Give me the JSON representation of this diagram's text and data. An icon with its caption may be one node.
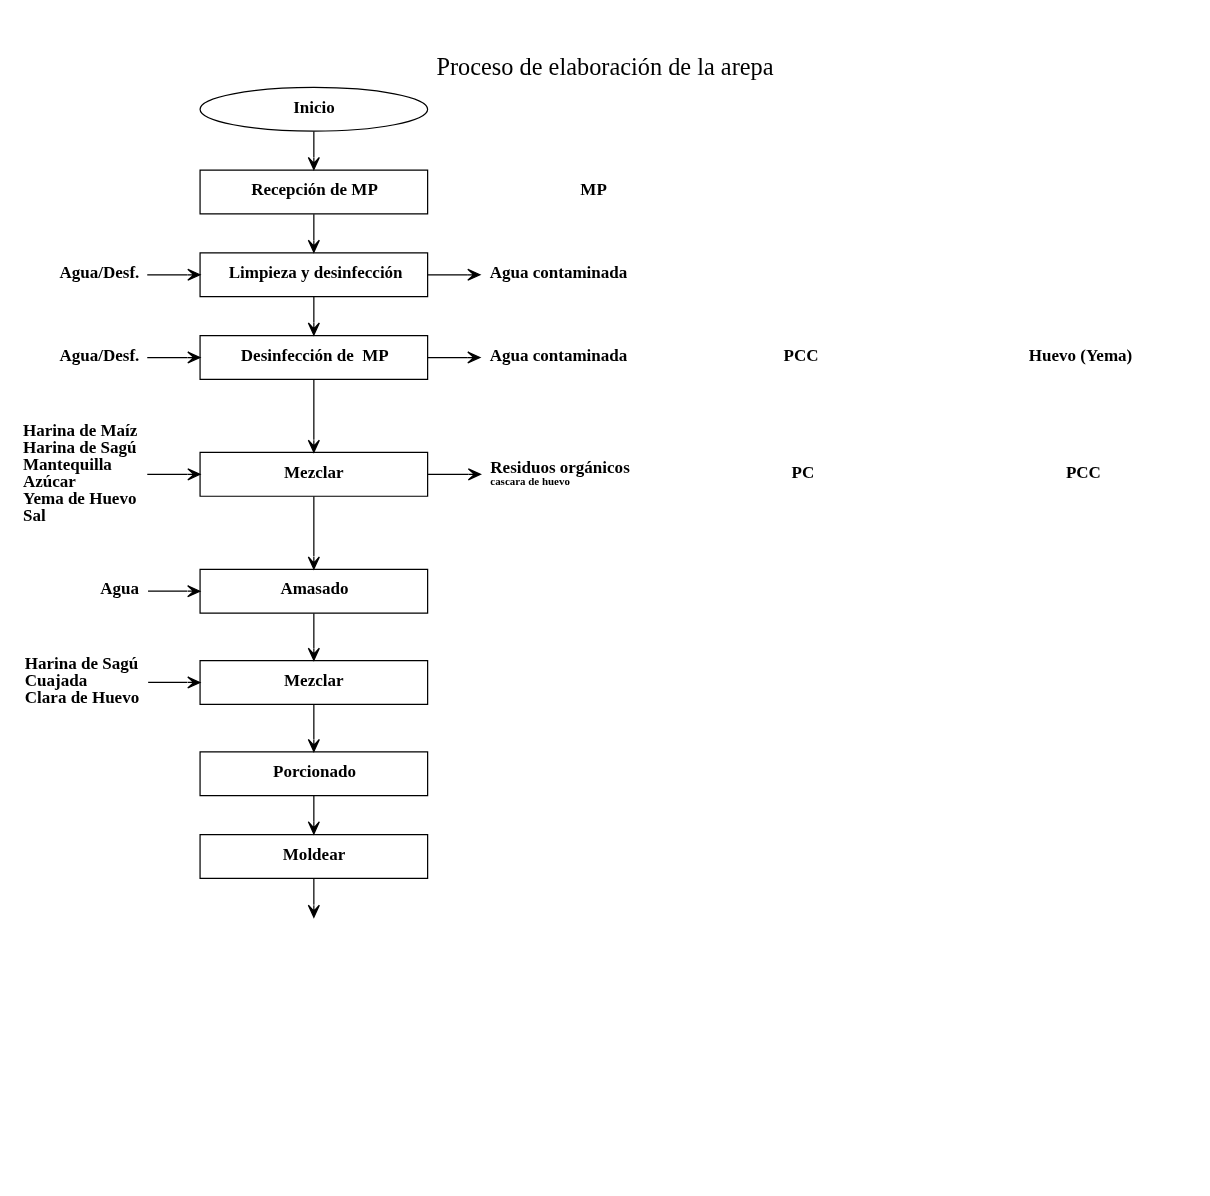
{
  "diagram": {
    "title": "Proceso de elaboración de la arepa",
    "nodes": [
      {
        "text": [
          "Inicio"
        ]
      },
      {
        "text": [
          "Recepción de MP"
        ]
      },
      {
        "text": [
          "Limpieza y desinfección"
        ]
      },
      {
        "text": [
          "Agua/Desf."
        ]
      },
      {
        "text": [
          "Agua contaminada"
        ]
      },
      {
        "text": [
          "Desinfección de  MP"
        ]
      },
      {
        "text": [
          "Agua/Desf."
        ]
      },
      {
        "text": [
          "Agua contaminada"
        ]
      },
      {
        "text": [
          "Mezclar"
        ]
      },
      {
        "text": [
          "Harina de Maíz",
          "Harina de Sagú",
          "Mantequilla",
          "Azúcar",
          "Yema de Huevo",
          "Sal"
        ]
      },
      {
        "text": [
          "Residuos orgánicos",
          "cascara de huevo"
        ]
      },
      {
        "text": [
          "Amasado"
        ]
      },
      {
        "text": [
          "Agua"
        ]
      },
      {
        "text": [
          "Mezclar"
        ]
      },
      {
        "text": [
          "Harina de Sagú",
          "Cuajada",
          "Clara de Huevo"
        ]
      },
      {
        "text": [
          "Porcionado"
        ]
      },
      {
        "text": [
          "Moldear"
        ]
      }
    ],
    "edges": [
      {
        "from": 0,
        "to": 1,
        "arrow": "to"
      },
      {
        "from": 1,
        "to": 2,
        "arrow": "to"
      },
      {
        "from": 3,
        "to": 2,
        "arrow": "to"
      },
      {
        "from": 2,
        "to": 4,
        "arrow": "to"
      },
      {
        "from": 2,
        "to": 5,
        "arrow": "to"
      },
      {
        "from": 6,
        "to": 5,
        "arrow": "to"
      },
      {
        "from": 5,
        "to": 7,
        "arrow": "to"
      },
      {
        "from": 5,
        "to": 8,
        "arrow": "to"
      },
      {
        "from": 9,
        "to": 8,
        "arrow": "to"
      },
      {
        "from": 8,
        "to": 10,
        "arrow": "to"
      },
      {
        "from": 8,
        "to": 11,
        "arrow": "to"
      },
      {
        "from": 12,
        "to": 11,
        "arrow": "to"
      },
      {
        "from": 11,
        "to": 13,
        "arrow": "to"
      },
      {
        "from": 14,
        "to": 13,
        "arrow": "to"
      },
      {
        "from": 13,
        "to": 15,
        "arrow": "to"
      },
      {
        "from": 15,
        "to": 16,
        "arrow": "to"
      },
      {
        "from": 16,
        "to": null,
        "arrow": "to"
      }
    ],
    "labels": [
      "MP",
      "PCC",
      "Huevo (Yema)",
      "PC",
      "PCC"
    ]
  }
}
